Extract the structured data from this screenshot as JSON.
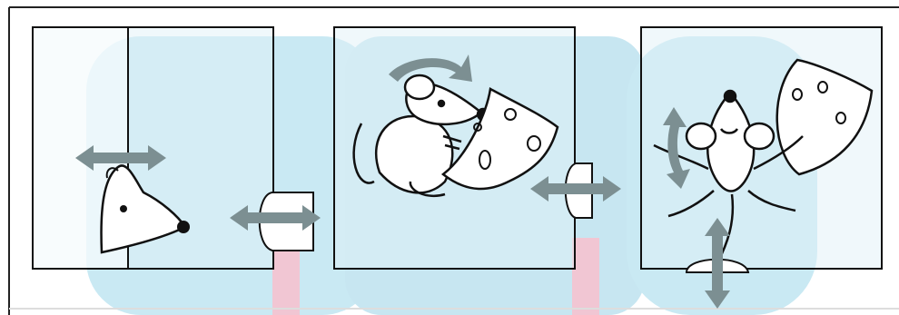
{
  "colors": {
    "background_tint": "#c7e9f3",
    "tint_secondary": "#d8eef5",
    "accent_pink": "#f3c4d2",
    "arrow": "#7c8f92",
    "outline": "#111111",
    "panel_fill": "#dff1f6"
  },
  "panels": [
    {
      "name": "panel-hole",
      "content": "mouse-peeking-from-hole",
      "arrows": [
        "horizontal-double-arrow",
        "horizontal-double-arrow"
      ]
    },
    {
      "name": "panel-cheese-carry",
      "content": "mouse-holding-cheese",
      "arrows": [
        "curved-double-arrow",
        "horizontal-double-arrow"
      ]
    },
    {
      "name": "panel-top-view",
      "content": "mouse-top-view-with-cheese",
      "arrows": [
        "vertical-curved-double-arrow",
        "vertical-double-arrow"
      ]
    }
  ]
}
